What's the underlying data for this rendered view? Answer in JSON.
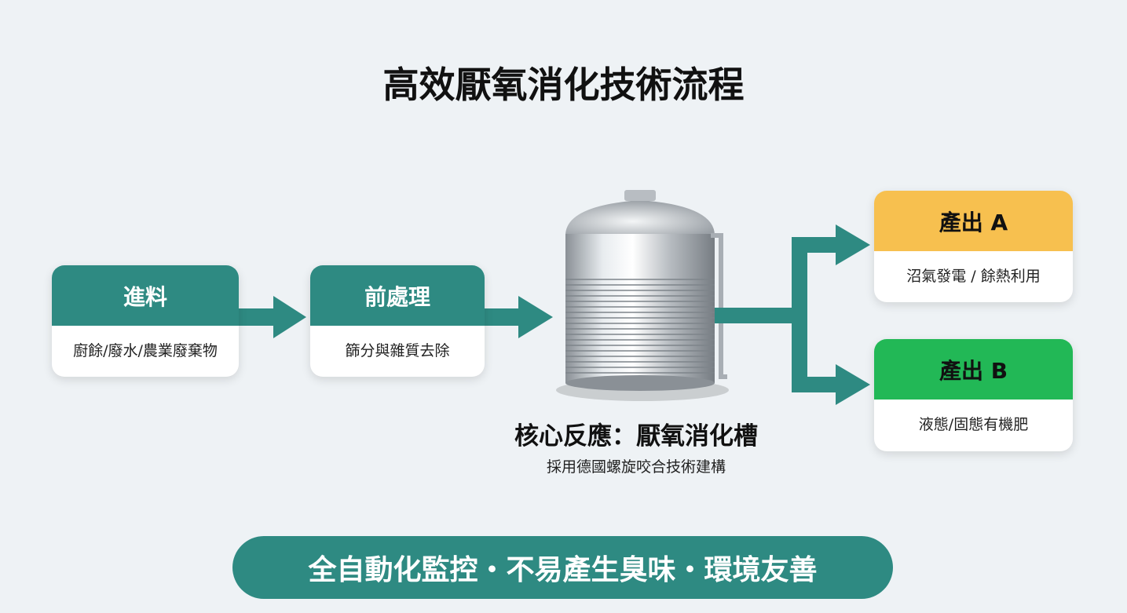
{
  "title": "高效厭氧消化技術流程",
  "steps": [
    {
      "title": "進料",
      "desc": "廚餘/廢水/農業廢棄物"
    },
    {
      "title": "前處理",
      "desc": "篩分與雜質去除"
    }
  ],
  "core": {
    "title": "核心反應：厭氧消化槽",
    "subtitle": "採用德國螺旋咬合技術建構"
  },
  "outputs": [
    {
      "title": "產出 A",
      "desc": "沼氣發電 / 餘熱利用",
      "color": "#f7c04f"
    },
    {
      "title": "產出 B",
      "desc": "液態/固態有機肥",
      "color": "#22b856"
    }
  ],
  "banner": "全自動化監控・不易產生臭味・環境友善",
  "colors": {
    "teal": "#2e8a82",
    "background": "#eef2f5"
  }
}
